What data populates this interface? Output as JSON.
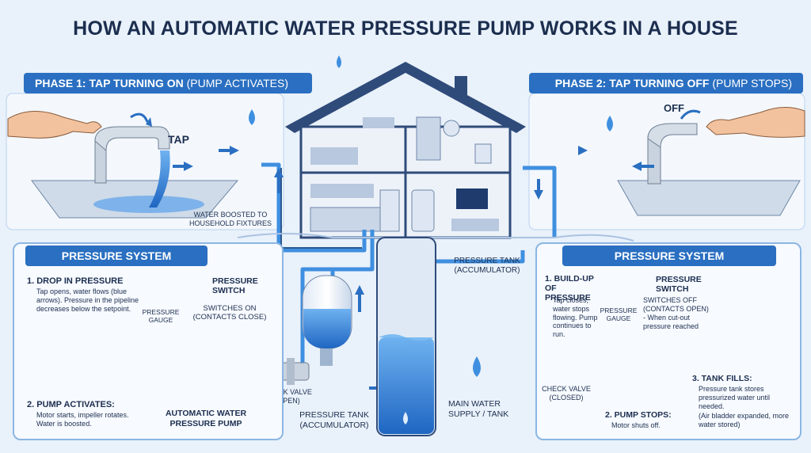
{
  "title": "HOW AN AUTOMATIC WATER PRESSURE PUMP WORKS IN A HOUSE",
  "phase1": {
    "label": "PHASE 1: TAP TURNING ON",
    "sub": "(PUMP ACTIVATES)"
  },
  "phase2": {
    "label": "PHASE 2: TAP TURNING OFF",
    "sub": "(PUMP STOPS)"
  },
  "labels": {
    "tap": "TAP",
    "off": "OFF",
    "boosted": "WATER BOOSTED TO HOUSEHOLD FIXTURES",
    "tank_top": "PRESSURE TANK (ACCUMULATOR)",
    "tank_bottom": "PRESSURE TANK (ACCUMULATOR)",
    "check_valve_open": "CHECK VALVE (OPEN)",
    "main_supply": "MAIN WATER SUPPLY / TANK",
    "auto_pump": "AUTOMATIC WATER PRESSURE PUMP"
  },
  "left_system": {
    "title": "PRESSURE SYSTEM",
    "step1_title": "1. DROP IN PRESSURE",
    "step1_text": "Tap opens, water flows (blue arrows). Pressure in the pipeline decreases below the setpoint.",
    "gauge": "PRESSURE GAUGE",
    "switch": "PRESSURE SWITCH",
    "switch_state": "SWITCHES ON (CONTACTS CLOSE)",
    "step2_title": "2. PUMP ACTIVATES:",
    "step2_text": "Motor starts, impeller rotates. Water is boosted."
  },
  "right_system": {
    "title": "PRESSURE SYSTEM",
    "step1_title": "1. BUILD-UP OF PRESSURE",
    "step1_text": "Tap closes, water stops flowing. Pump continues to run.",
    "gauge": "PRESSURE GAUGE",
    "switch": "PRESSURE SWITCH",
    "switch_state": "SWITCHES OFF (CONTACTS OPEN)",
    "switch_note": "- When cut-out pressure reached",
    "check_valve": "CHECK VALVE (CLOSED)",
    "step2_title": "2. PUMP STOPS:",
    "step2_text": "Motor shuts off.",
    "step3_title": "3. TANK FILLS:",
    "step3_text": "Pressure tank stores pressurized water until needed.",
    "step3_note": "(Air bladder expanded, more water stored)"
  },
  "colors": {
    "accent": "#2a6fc1",
    "water": "#3f8fe0",
    "pump": "#1f3b6e",
    "panel_border": "#8bb6e3"
  }
}
